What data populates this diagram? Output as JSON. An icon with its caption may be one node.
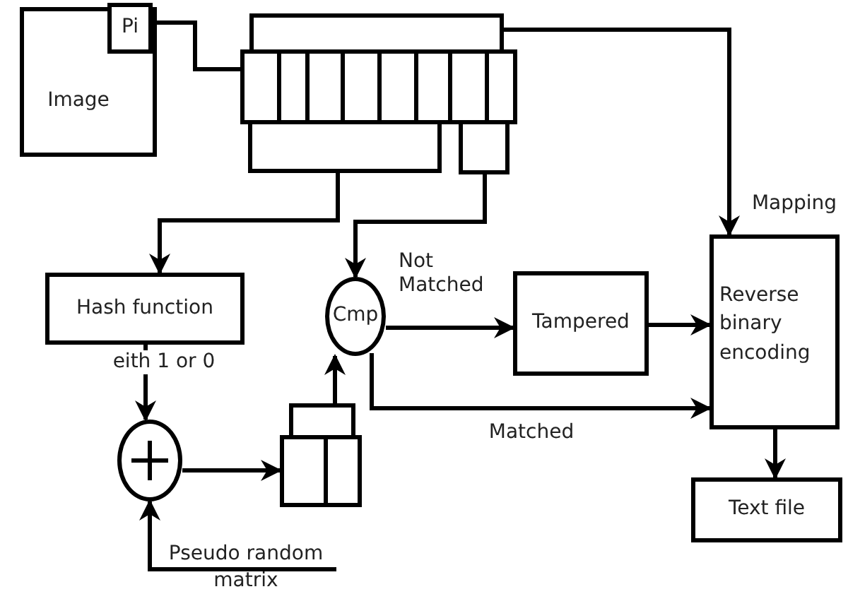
{
  "diagram": {
    "nodes": [
      {
        "text": [
          "Image"
        ]
      },
      {
        "text": [
          "Pi"
        ],
        "in": 0
      },
      {
        "text": [],
        "shape": "box"
      },
      {
        "text": [
          "Hash function"
        ]
      },
      {
        "text": [
          "Cmp"
        ]
      },
      {
        "text": [],
        "shape": "circle"
      },
      {
        "text": [],
        "shape": "box"
      },
      {
        "text": [
          "Tampered"
        ]
      },
      {
        "text": [
          "Reverse binary encoding"
        ]
      },
      {
        "text": [
          "Text file"
        ]
      },
      {
        "text": [
          "Pseudo random matrix"
        ]
      }
    ],
    "edges": [
      {
        "from": 1,
        "to": 2,
        "arrow": "none"
      },
      {
        "from": 2,
        "to": 3,
        "arrow": "to"
      },
      {
        "from": 2,
        "to": 4,
        "arrow": "to"
      },
      {
        "from": 2,
        "to": 8,
        "arrow": "to",
        "label": "Mapping"
      },
      {
        "from": 3,
        "to": 5,
        "arrow": "to",
        "label": "eith 1 or 0"
      },
      {
        "from": 10,
        "to": 5,
        "arrow": "to"
      },
      {
        "from": 5,
        "to": 6,
        "arrow": "to"
      },
      {
        "from": 6,
        "to": 4,
        "arrow": "to"
      },
      {
        "from": 4,
        "to": 7,
        "arrow": "to",
        "label": "Not Matched"
      },
      {
        "from": 4,
        "to": 8,
        "arrow": "to",
        "label": "Matched"
      },
      {
        "from": 7,
        "to": 8,
        "arrow": "to"
      },
      {
        "from": 8,
        "to": 9,
        "arrow": "to"
      }
    ]
  }
}
